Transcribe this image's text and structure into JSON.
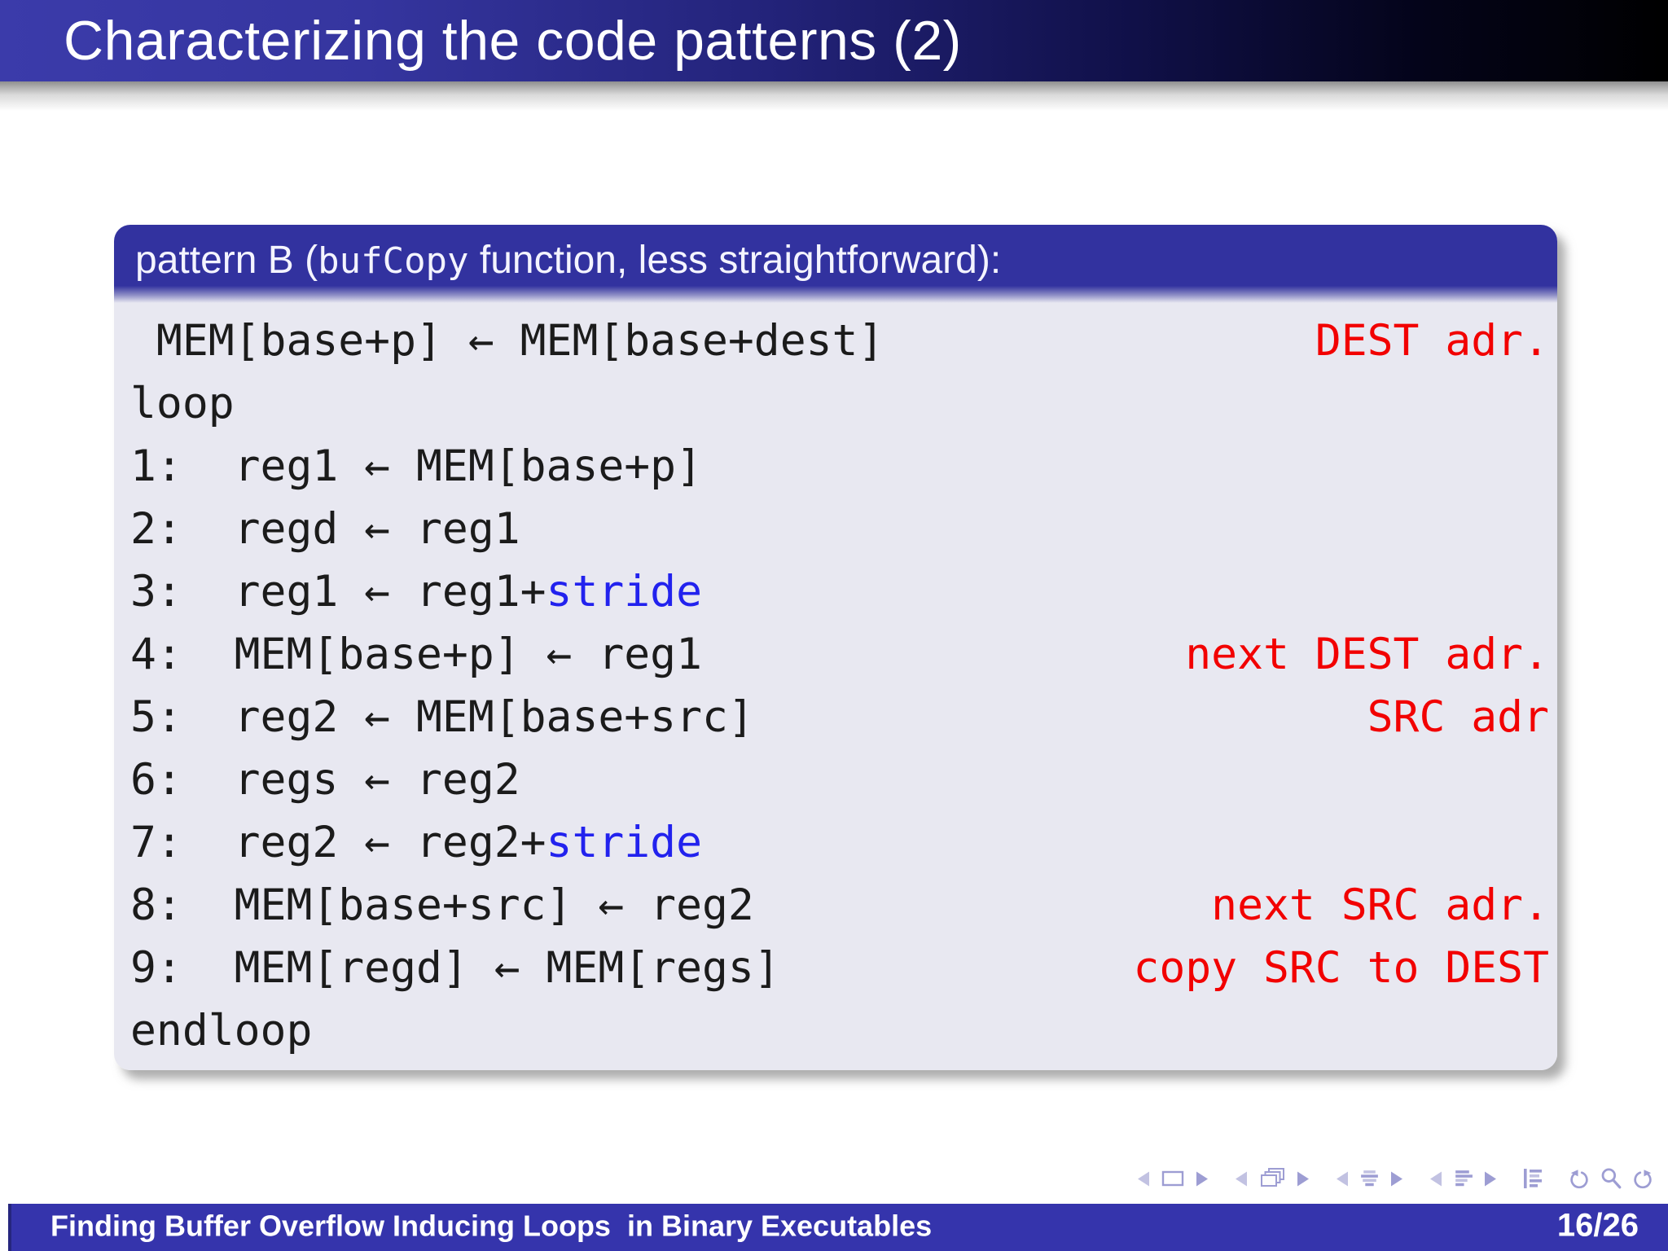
{
  "title_bar": {
    "title": "Characterizing the code patterns (2)"
  },
  "block": {
    "header_prefix": "pattern B (",
    "header_code": "bufCopy",
    "header_suffix": " function, less straightforward):",
    "lines": [
      {
        "code": [
          {
            "t": " MEM[base+p] ← MEM[base+dest]"
          }
        ],
        "comment": "DEST adr."
      },
      {
        "code": [
          {
            "t": "loop"
          }
        ],
        "comment": ""
      },
      {
        "code": [
          {
            "t": "1:  reg1 ← MEM[base+p]"
          }
        ],
        "comment": ""
      },
      {
        "code": [
          {
            "t": "2:  regd ← reg1"
          }
        ],
        "comment": ""
      },
      {
        "code": [
          {
            "t": "3:  reg1 ← reg1+"
          },
          {
            "t": "stride",
            "hl": "blue"
          }
        ],
        "comment": ""
      },
      {
        "code": [
          {
            "t": "4:  MEM[base+p] ← reg1"
          }
        ],
        "comment": "next DEST adr."
      },
      {
        "code": [
          {
            "t": "5:  reg2 ← MEM[base+src]"
          }
        ],
        "comment": "SRC adr"
      },
      {
        "code": [
          {
            "t": "6:  regs ← reg2"
          }
        ],
        "comment": ""
      },
      {
        "code": [
          {
            "t": "7:  reg2 ← reg2+"
          },
          {
            "t": "stride",
            "hl": "blue"
          }
        ],
        "comment": ""
      },
      {
        "code": [
          {
            "t": "8:  MEM[base+src] ← reg2"
          }
        ],
        "comment": "next SRC adr."
      },
      {
        "code": [
          {
            "t": "9:  MEM[regd] ← MEM[regs]"
          }
        ],
        "comment": "copy SRC to DEST"
      },
      {
        "code": [
          {
            "t": "endloop"
          }
        ],
        "comment": ""
      }
    ]
  },
  "nav": {
    "groups": [
      [
        "slide-back-icon",
        "slide-icon",
        "slide-forward-icon"
      ],
      [
        "frame-back-icon",
        "frames-icon",
        "frame-forward-icon"
      ],
      [
        "subsection-back-icon",
        "subsection-icon",
        "subsection-forward-icon"
      ],
      [
        "section-back-icon",
        "section-icon",
        "section-forward-icon"
      ],
      [
        "appendix-icon"
      ],
      [
        "go-back-icon",
        "search-icon",
        "go-forward-icon"
      ]
    ]
  },
  "footer": {
    "title": "Finding Buffer Overflow Inducing Loops  in Binary Executables",
    "page": "16/26"
  },
  "colors": {
    "title_gradient_start": "#3b3baa",
    "title_gradient_end": "#000000",
    "block_header_blue": "#32329f",
    "block_body_lavender": "#e8e8f1",
    "comment_red": "#f20000",
    "keyword_blue": "#2222ee",
    "code_text": "#1b1b1b",
    "footer_blue": "#3534ac",
    "nav_icon_dark": "#9d9dd3",
    "nav_icon_light": "#c2c2e2"
  }
}
